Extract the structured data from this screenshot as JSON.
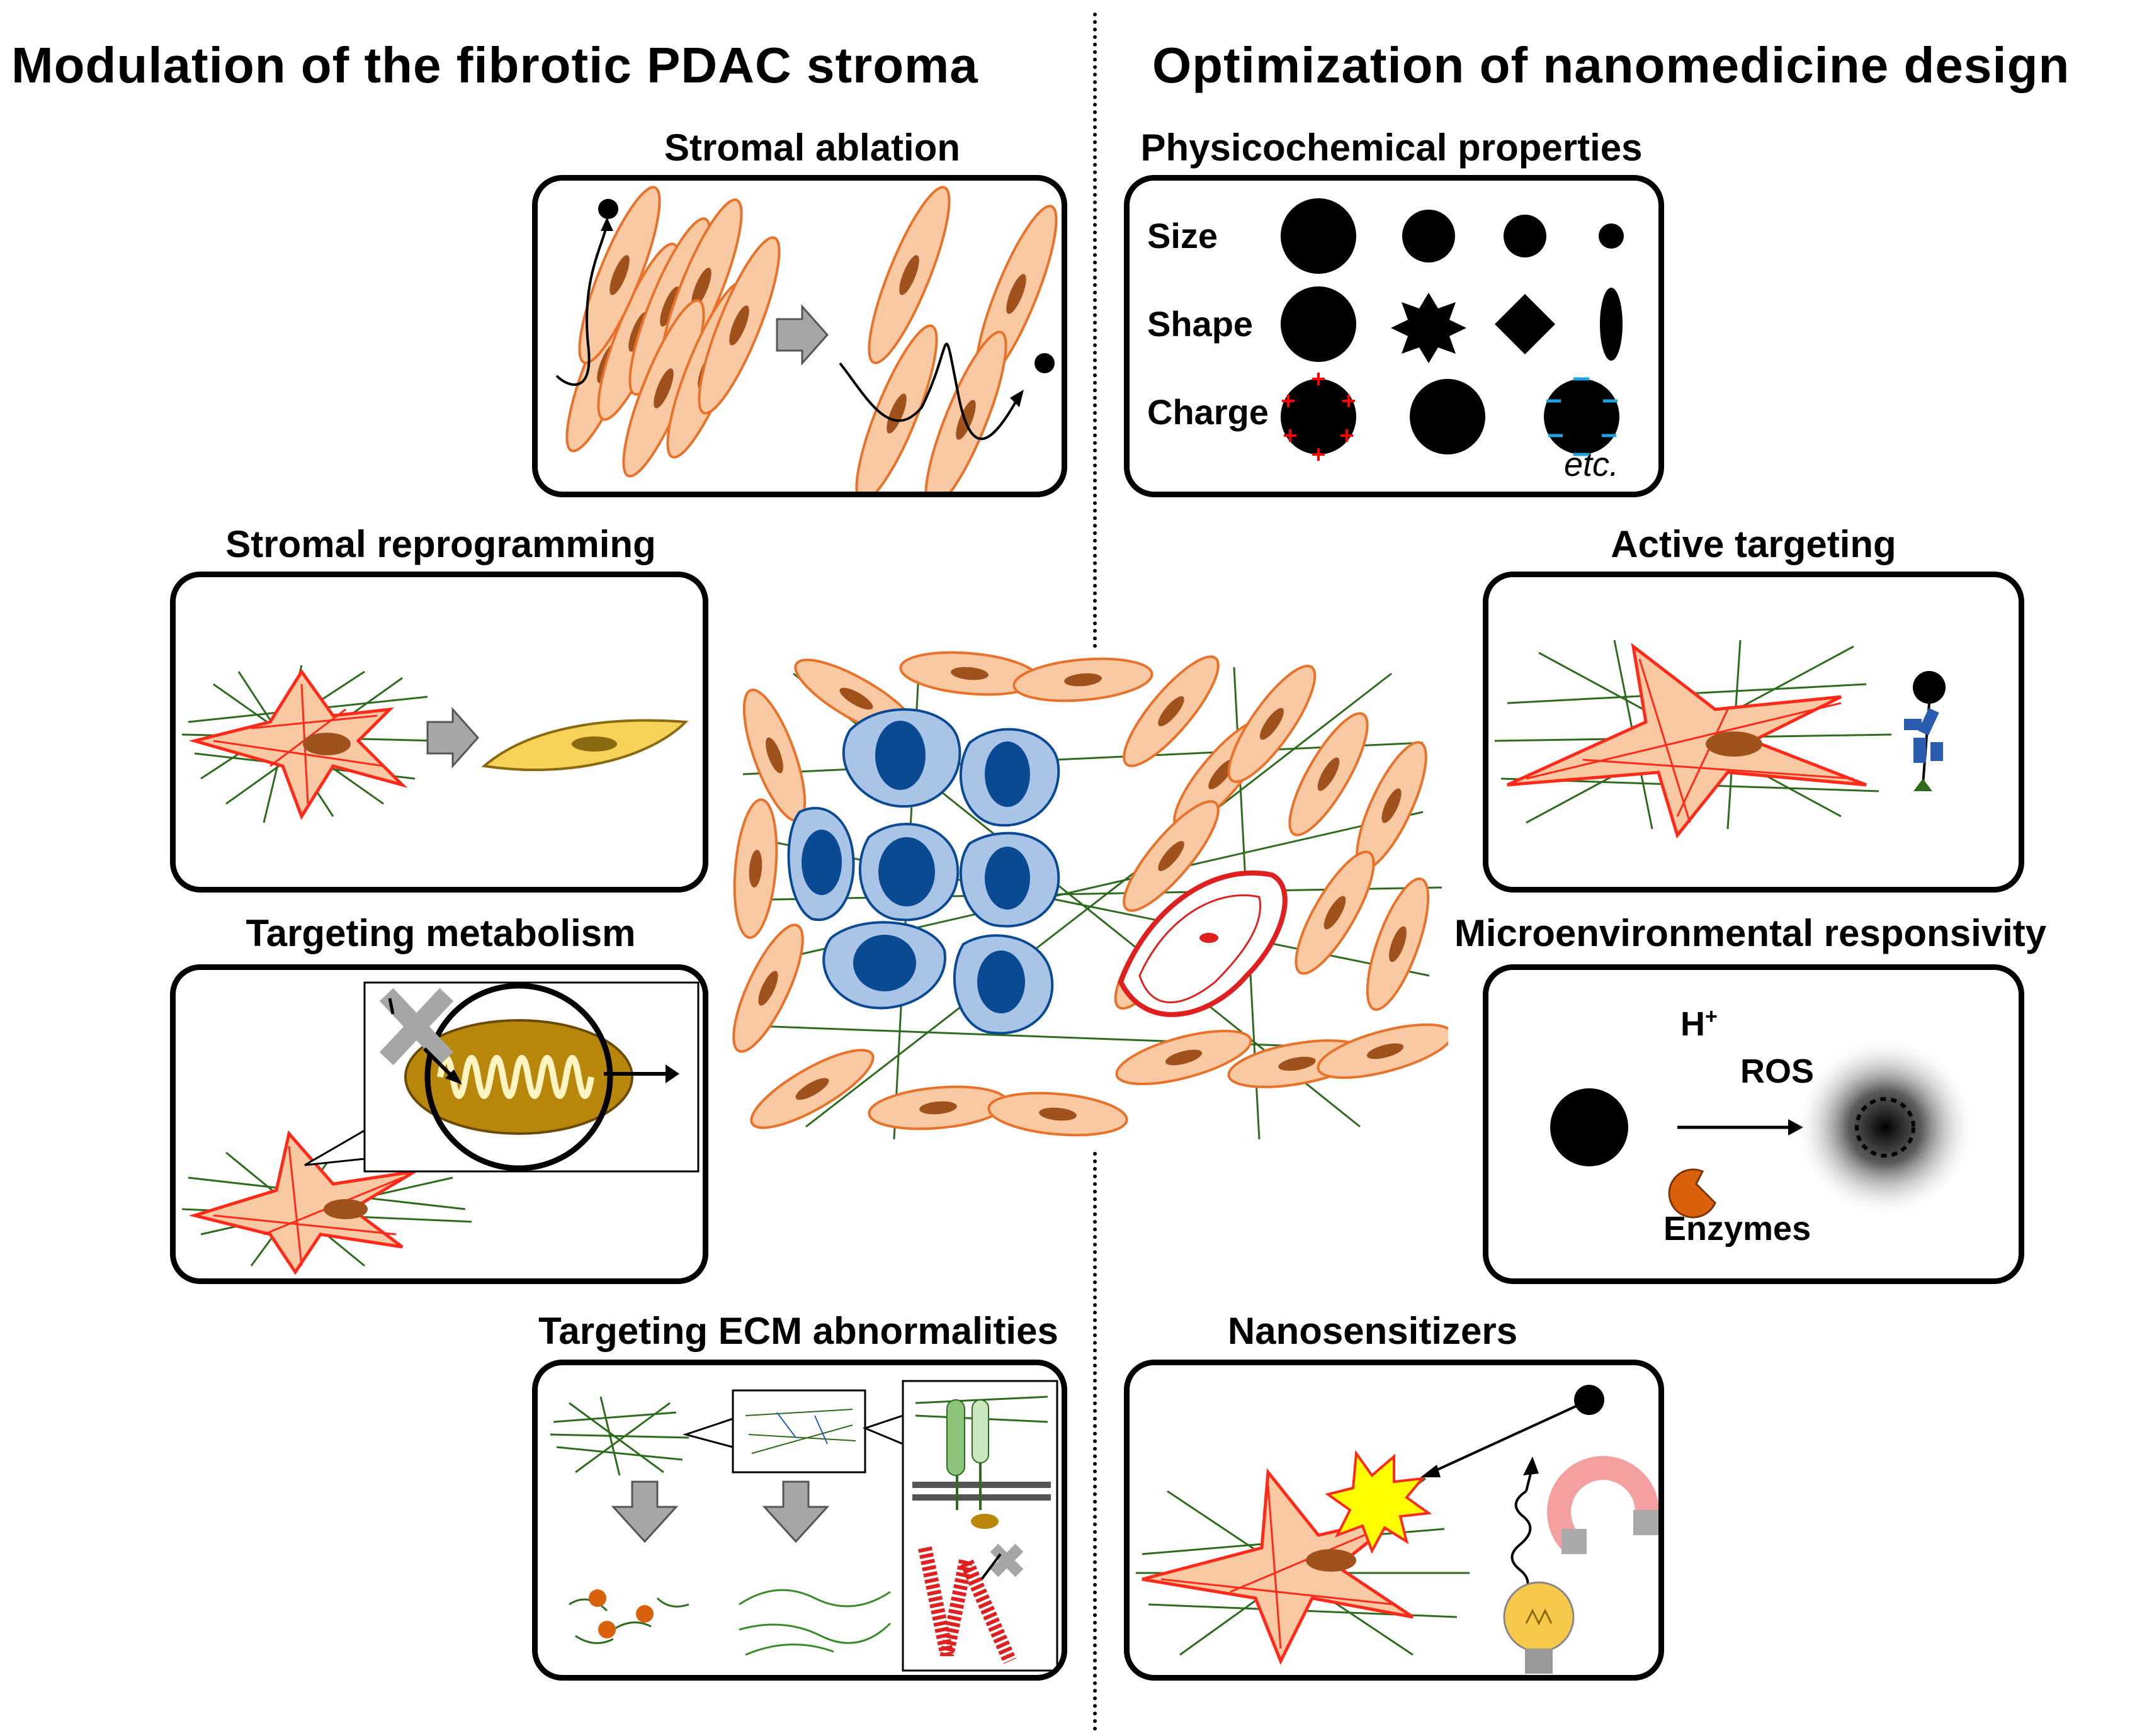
{
  "headings": {
    "left": "Modulation of the fibrotic PDAC stroma",
    "right": "Optimization of nanomedicine design"
  },
  "panels": {
    "stromal_ablation": "Stromal ablation",
    "physicochemical": "Physicochemical properties",
    "stromal_reprogramming": "Stromal reprogramming",
    "active_targeting": "Active targeting",
    "targeting_metabolism": "Targeting metabolism",
    "microenvironmental": "Microenvironmental responsivity",
    "targeting_ecm": "Targeting ECM abnormalities",
    "nanosensitizers": "Nanosensitizers"
  },
  "physicochemical_rows": {
    "size": "Size",
    "shape": "Shape",
    "charge": "Charge",
    "etc": "etc."
  },
  "responsivity": {
    "h_plus": "H",
    "h_plus_sup": "+",
    "ros": "ROS",
    "enzymes": "Enzymes"
  },
  "colors": {
    "caf_fill": "#f9c9a3",
    "caf_stroke": "#e8722a",
    "caf_nucleus": "#a0521d",
    "activated_stroke": "#ff2a1a",
    "tumor_fill": "#a9c4e6",
    "tumor_nucleus": "#0a4a93",
    "collagen": "#2e6b1f",
    "quiescent_fill": "#f7d258",
    "arrow_gray": "#a6a6a6",
    "charge_pos": "#ff0000",
    "charge_neg": "#1fa3e0",
    "enzyme": "#d9610c",
    "antibody": "#2a5db0"
  }
}
